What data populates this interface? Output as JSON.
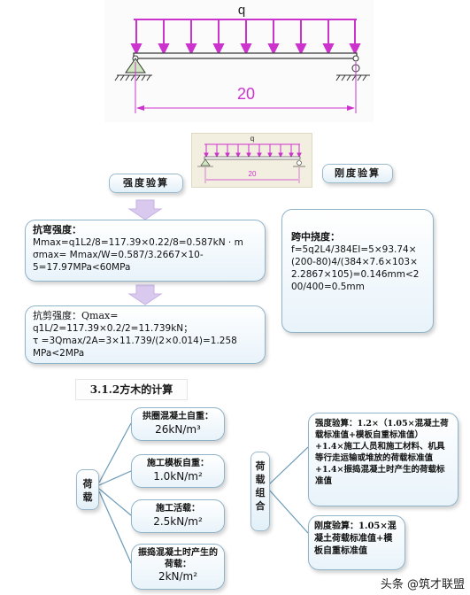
{
  "top_figure": {
    "load_label": "q",
    "span_label": "20"
  },
  "small_figure": {
    "load_label": "q",
    "span_label": "20"
  },
  "strength_check": {
    "tag": "强度验算",
    "bending_title": "抗弯强度：",
    "bending_line1": "Mmax=q1L2/8=117.39×0.22/8=0.587kN · m",
    "bending_line2": "σmax= Mmax/W=0.587/3.2667×10-5=17.97MPa<60MPa",
    "shear_title": "抗剪强度：Qmax=",
    "shear_line1": "q1L/2=117.39×0.2/2=11.739kN；",
    "shear_line2": "τ =3Qmax/2A=3×11.739/(2×0.014)=1.258 MPa<2MPa"
  },
  "stiffness_check": {
    "tag": "刚度验算",
    "title": "跨中挠度：",
    "body": "f=5q2L4/384EI=5×93.74×(200-80)4/(384×7.6×103×2.2867×105)=0.146mm<200/400=0.5mm"
  },
  "section_title": "3.1.2方木的计算",
  "loads": {
    "root_label": "荷载",
    "items": [
      {
        "title": "拱圈混凝土自重：",
        "value": "26kN/m³"
      },
      {
        "title": "施工模板自重：",
        "value": "1.0kN/m²"
      },
      {
        "title": "施工活载：",
        "value": "2.5kN/m²"
      },
      {
        "title": "振捣混凝土时产生的荷载：",
        "value": "2kN/m²"
      }
    ]
  },
  "combination": {
    "root_label": "荷载组合",
    "strength": "强度验算：1.2×（1.05×混凝土荷载标准值+模板自重标准值）+1.4×施工人员和施工材料、机具等行走运输或堆放的荷载标准值+1.4×振捣混凝土时产生的荷载标准值",
    "stiffness": "刚度验算：1.05×混凝土荷载标准值+模板自重标准值"
  },
  "watermark": "头条 @筑才联盟",
  "colors": {
    "load_arrow": "#cc33cc",
    "dim_line": "#cc33cc",
    "box_border": "#8fb3c8",
    "connector": "#6a9ab8"
  }
}
